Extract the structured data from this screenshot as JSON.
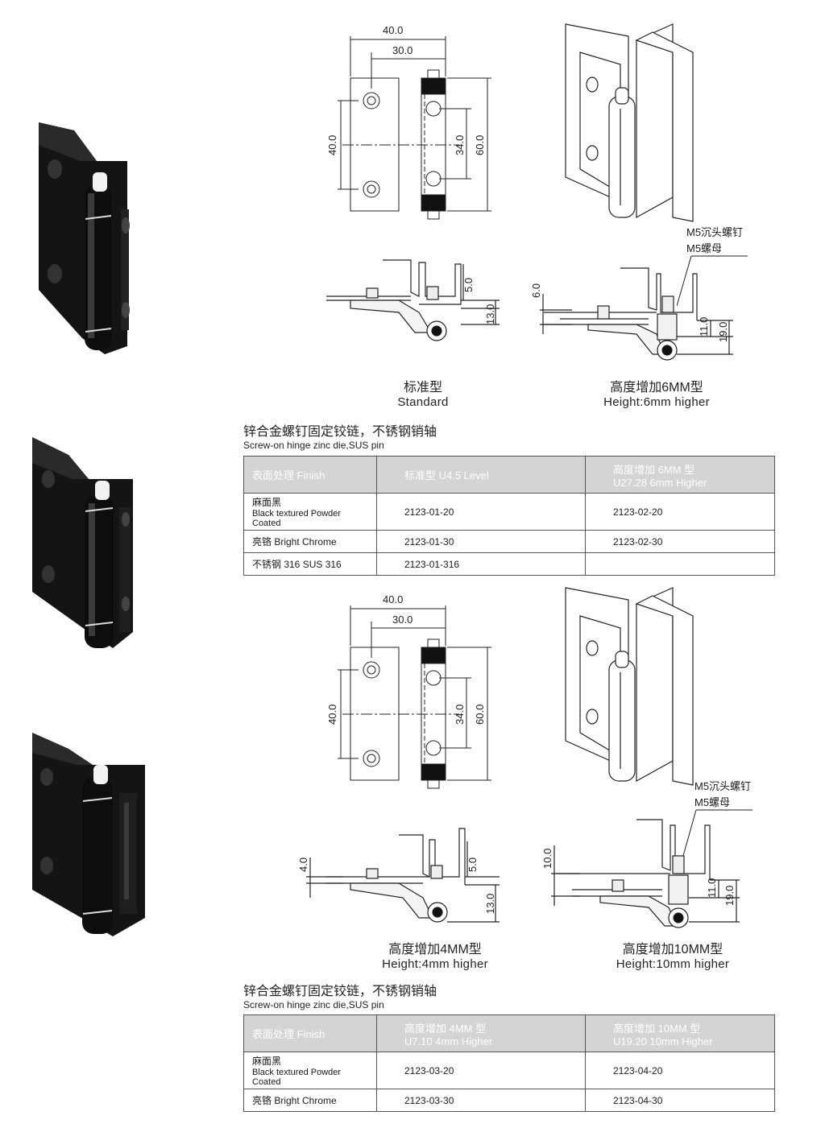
{
  "section1": {
    "dims_front": {
      "w40": "40.0",
      "w30": "30.0",
      "h40": "40.0",
      "h34": "34.0",
      "h60": "60.0"
    },
    "dims_side_std": {
      "d5": "5.0",
      "d13": "13.0"
    },
    "dims_side_6": {
      "d6": "6.0",
      "d11": "11.0",
      "d19": "19.0"
    },
    "callout_screw": "M5沉头螺钉",
    "callout_nut": "M5螺母",
    "caption_left_cn": "标准型",
    "caption_left_en": "Standard",
    "caption_right_cn": "高度增加6MM型",
    "caption_right_en": "Height:6mm higher",
    "title_cn": "锌合金螺钉固定铰链，不锈钢销轴",
    "title_en": "Screw-on hinge zinc die,SUS pin",
    "table": {
      "headers": [
        "表面处理 Finish",
        "标准型 U4.5 Level",
        "高度增加 6MM 型"
      ],
      "header3_line2": "U27.28 6mm Higher",
      "rows": [
        {
          "cn": "麻面黑",
          "en": "Black textured Powder Coated",
          "c2": "2123-01-20",
          "c3": "2123-02-20"
        },
        {
          "cn": "亮铬 Bright Chrome",
          "en": "",
          "c2": "2123-01-30",
          "c3": "2123-02-30"
        },
        {
          "cn": "不锈钢 316 SUS 316",
          "en": "",
          "c2": "2123-01-316",
          "c3": ""
        }
      ]
    }
  },
  "section2": {
    "dims_front": {
      "w40": "40.0",
      "w30": "30.0",
      "h40": "40.0",
      "h34": "34.0",
      "h60": "60.0"
    },
    "dims_side_4": {
      "d4": "4.0",
      "d5": "5.0",
      "d13": "13.0"
    },
    "dims_side_10": {
      "d10": "10.0",
      "d11": "11.0",
      "d19": "19.0"
    },
    "callout_screw": "M5沉头螺钉",
    "callout_nut": "M5螺母",
    "caption_left_cn": "高度增加4MM型",
    "caption_left_en": "Height:4mm higher",
    "caption_right_cn": "高度增加10MM型",
    "caption_right_en": "Height:10mm higher",
    "title_cn": "锌合金螺钉固定铰链，不锈钢销轴",
    "title_en": "Screw-on hinge zinc die,SUS pin",
    "table": {
      "headers": [
        "表面处理 Finish",
        "高度增加 4MM 型",
        "高度增加 10MM 型"
      ],
      "header2_line2": "U7.10 4mm Higher",
      "header3_line2": "U19.20 10mm Higher",
      "rows": [
        {
          "cn": "麻面黑",
          "en": "Black textured Powder Coated",
          "c2": "2123-03-20",
          "c3": "2123-04-20"
        },
        {
          "cn": "亮铬 Bright Chrome",
          "en": "",
          "c2": "2123-03-30",
          "c3": "2123-04-30"
        }
      ]
    }
  },
  "colors": {
    "hinge_black": "#141414",
    "header_gray": "#d4d4d4",
    "line": "#222222"
  }
}
